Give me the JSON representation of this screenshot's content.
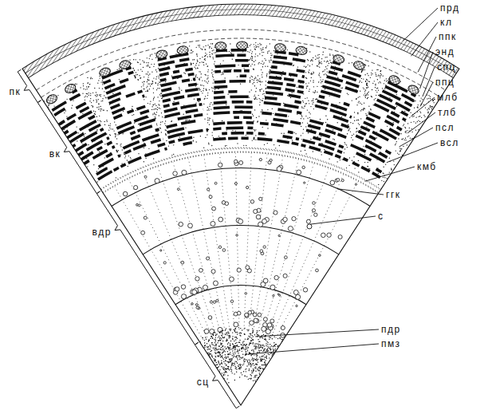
{
  "diagram": {
    "labels": [
      "прд",
      "кл",
      "ппк",
      "энд",
      "спц",
      "ппц",
      "млб",
      "тлб",
      "псл",
      "всл",
      "кмб",
      "ггк",
      "с",
      "пдр",
      "пмз",
      "сц",
      "пк",
      "вк",
      "вдр"
    ]
  }
}
